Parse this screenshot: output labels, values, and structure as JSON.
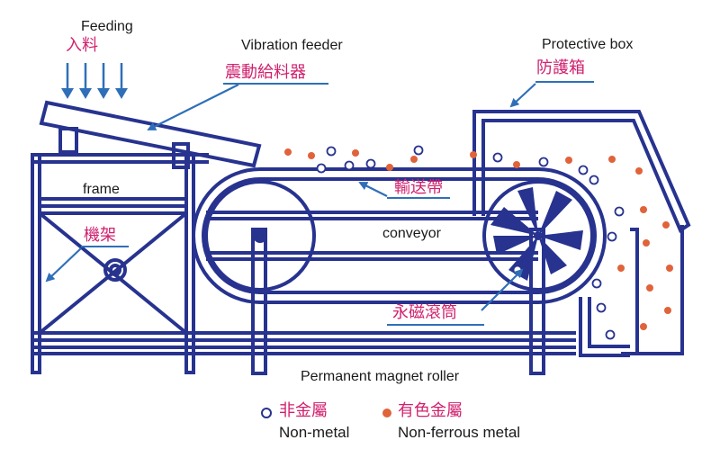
{
  "colors": {
    "structure": "#27338f",
    "label_zh": "#d0216e",
    "label_en": "#1a1a1a",
    "pointer": "#2f6fb8",
    "underline": "#2f6fb8",
    "non_ferrous": "#e0633a",
    "non_metal": "#27338f"
  },
  "labels": {
    "feeding_en": "Feeding",
    "feeding_zh": "入料",
    "vibration_feeder_en": "Vibration feeder",
    "vibration_feeder_zh": "震動給料器",
    "protective_box_en": "Protective box",
    "protective_box_zh": "防護箱",
    "frame_en": "frame",
    "frame_zh": "機架",
    "conveyor_en": "conveyor",
    "conveyor_zh": "輸送帶",
    "magnet_roller_zh": "永磁滾筒",
    "magnet_roller_en": "Permanent magnet roller"
  },
  "legend": {
    "non_metal_zh": "非金屬",
    "non_metal_en": "Non-metal",
    "non_ferrous_zh": "有色金屬",
    "non_ferrous_en": "Non-ferrous metal"
  }
}
